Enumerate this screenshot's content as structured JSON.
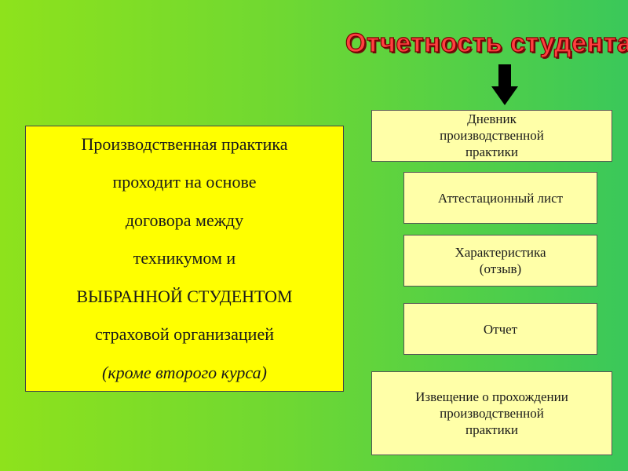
{
  "title": "Отчетность студента",
  "main_box": {
    "lines": [
      "Производственная практика",
      "проходит на основе",
      "договора между",
      "техникумом и",
      "ВЫБРАННОЙ СТУДЕНТОМ",
      "страховой организацией",
      "(кроме второго курса)"
    ]
  },
  "documents": [
    "Дневник\nпроизводственной\nпрактики",
    "Аттестационный лист",
    "Характеристика\n(отзыв)",
    "Отчет",
    "Извещение о прохождении\nпроизводственной\nпрактики"
  ],
  "colors": {
    "main_box_fill": "#ffff00",
    "doc_box_fill": "#ffffa8",
    "title_color": "#ff4040",
    "arrow_color": "#000000"
  }
}
